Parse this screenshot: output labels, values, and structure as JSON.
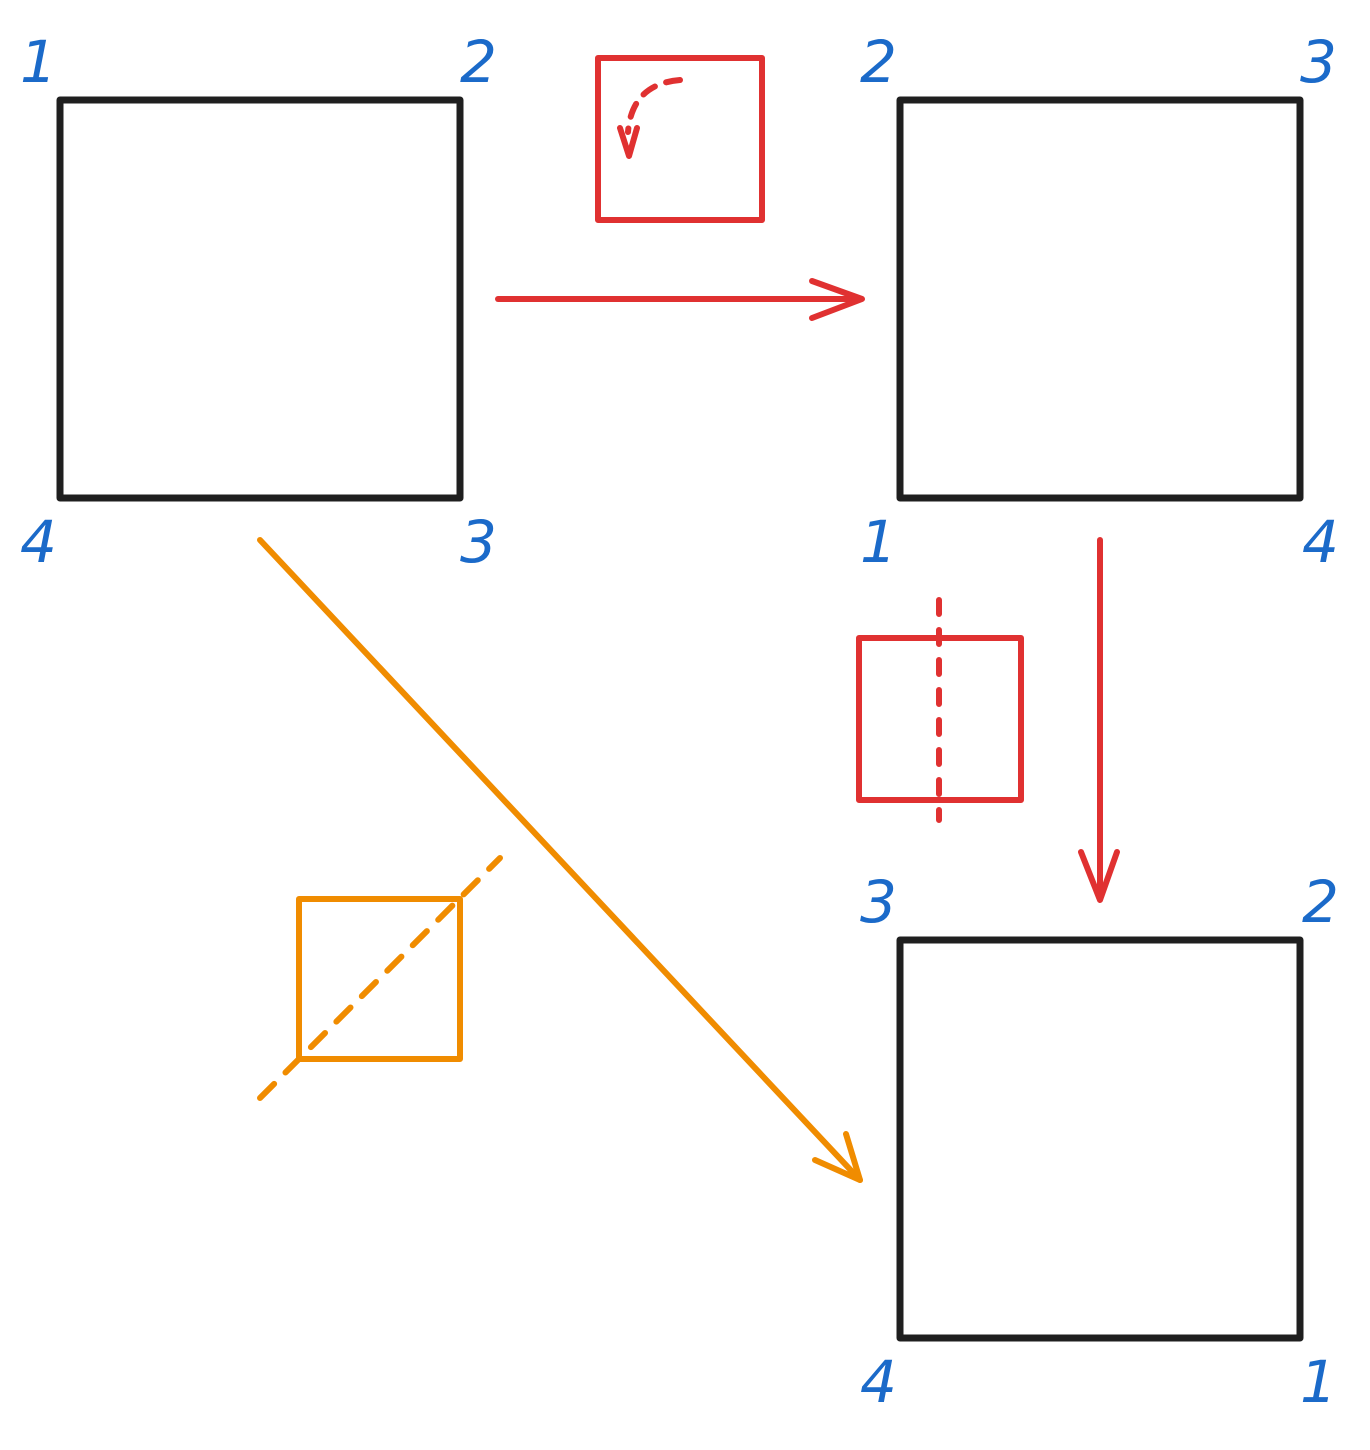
{
  "colors": {
    "square": "#1f1f1f",
    "label": "#1b6ac9",
    "red": "#e03131",
    "orange": "#f08c00",
    "background": "#ffffff"
  },
  "squares": [
    {
      "id": "original",
      "corners": {
        "top_left": "1",
        "top_right": "2",
        "bottom_right": "3",
        "bottom_left": "4"
      }
    },
    {
      "id": "rotated",
      "corners": {
        "top_left": "2",
        "top_right": "3",
        "bottom_right": "4",
        "bottom_left": "1"
      }
    },
    {
      "id": "result",
      "corners": {
        "top_left": "3",
        "top_right": "2",
        "bottom_right": "1",
        "bottom_left": "4"
      }
    }
  ],
  "transforms": [
    {
      "id": "rotate",
      "color": "red",
      "icon": "rotation-counterclockwise-icon"
    },
    {
      "id": "reflect-vertical",
      "color": "red",
      "icon": "vertical-axis-reflection-icon"
    },
    {
      "id": "reflect-diagonal",
      "color": "orange",
      "icon": "diagonal-axis-reflection-icon"
    }
  ]
}
